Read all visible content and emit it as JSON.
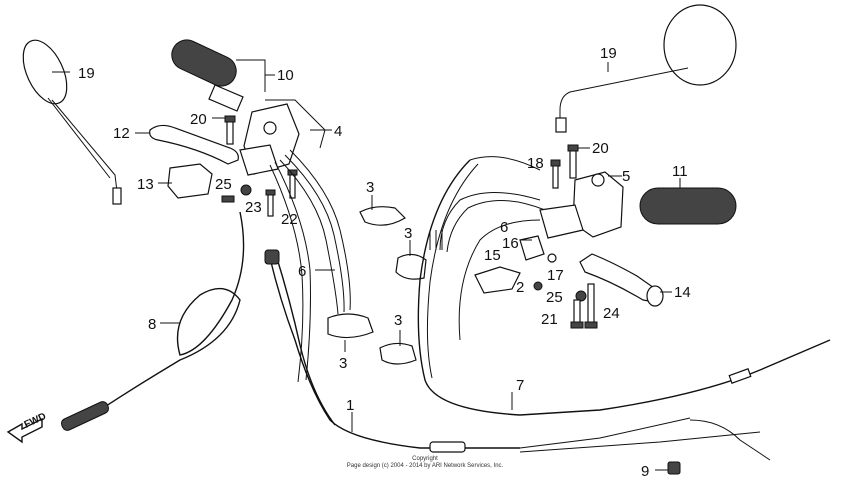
{
  "labels": {
    "l19a": "19",
    "l10": "10",
    "l20a": "20",
    "l4": "4",
    "l12": "12",
    "l13": "13",
    "l25a": "25",
    "l23": "23",
    "l22": "22",
    "l3a": "3",
    "l3b": "3",
    "l3c": "3",
    "l3d": "3",
    "l6a": "6",
    "l8": "8",
    "l1": "1",
    "l7": "7",
    "l19b": "19",
    "l18": "18",
    "l20b": "20",
    "l5": "5",
    "l11": "11",
    "l6b": "6",
    "l16": "16",
    "l15": "15",
    "l17": "17",
    "l2": "2",
    "l25b": "25",
    "l14": "14",
    "l21": "21",
    "l24": "24",
    "l9": "9"
  },
  "fwd_label": "FWD",
  "copyright": {
    "line1": "Copyright",
    "line2": "Page design (c) 2004 - 2014 by ARI Network Services, Inc."
  },
  "colors": {
    "ink": "#111111",
    "fill": "#444444",
    "paper": "#ffffff"
  }
}
